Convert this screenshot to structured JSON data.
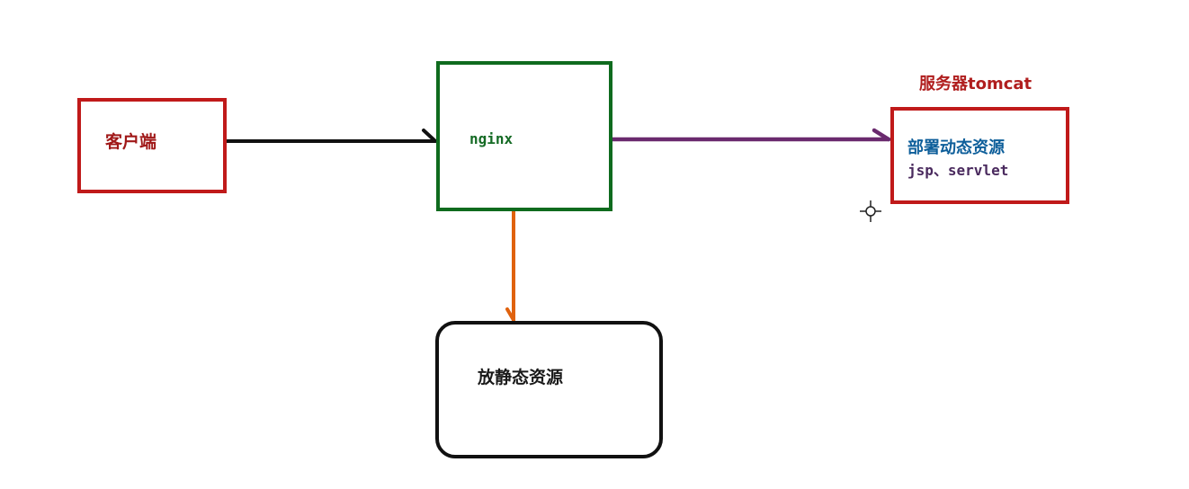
{
  "diagram": {
    "client": {
      "label": "客户端"
    },
    "nginx": {
      "label": "nginx"
    },
    "server": {
      "title": "服务器tomcat",
      "line1": "部署动态资源",
      "line2": "jsp、servlet"
    },
    "static": {
      "label": "放静态资源"
    }
  },
  "colors": {
    "client_border": "#c01a1a",
    "nginx_border": "#0f6b1e",
    "server_border": "#c01a1a",
    "static_border": "#111111",
    "arrow_client_nginx": "#111111",
    "arrow_nginx_server": "#6a2a6e",
    "arrow_nginx_static": "#e0620e"
  }
}
